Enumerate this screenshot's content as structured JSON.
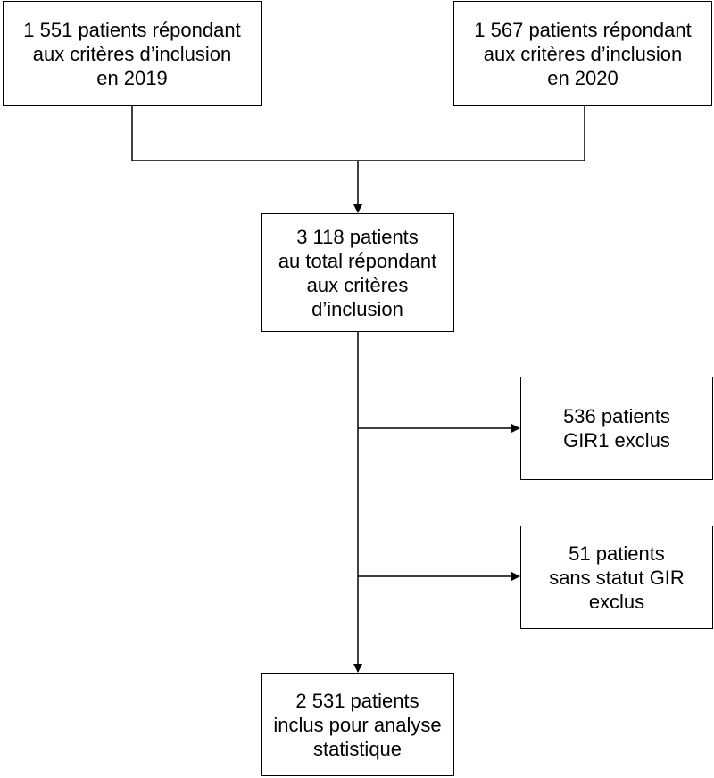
{
  "flowchart": {
    "box_2019": {
      "lines": [
        "1 551 patients répondant",
        "aux critères d’inclusion",
        "en 2019"
      ]
    },
    "box_2020": {
      "lines": [
        "1 567 patients répondant",
        "aux critères d’inclusion",
        "en 2020"
      ]
    },
    "box_total": {
      "lines": [
        "3 118 patients",
        "au total répondant",
        "aux critères",
        "d’inclusion"
      ]
    },
    "box_gir1_excluded": {
      "lines": [
        "536 patients",
        "GIR1 exclus"
      ]
    },
    "box_no_gir_excluded": {
      "lines": [
        "51 patients",
        "sans statut GIR",
        "exclus"
      ]
    },
    "box_included": {
      "lines": [
        "2 531 patients",
        "inclus pour analyse",
        "statistique"
      ]
    }
  }
}
